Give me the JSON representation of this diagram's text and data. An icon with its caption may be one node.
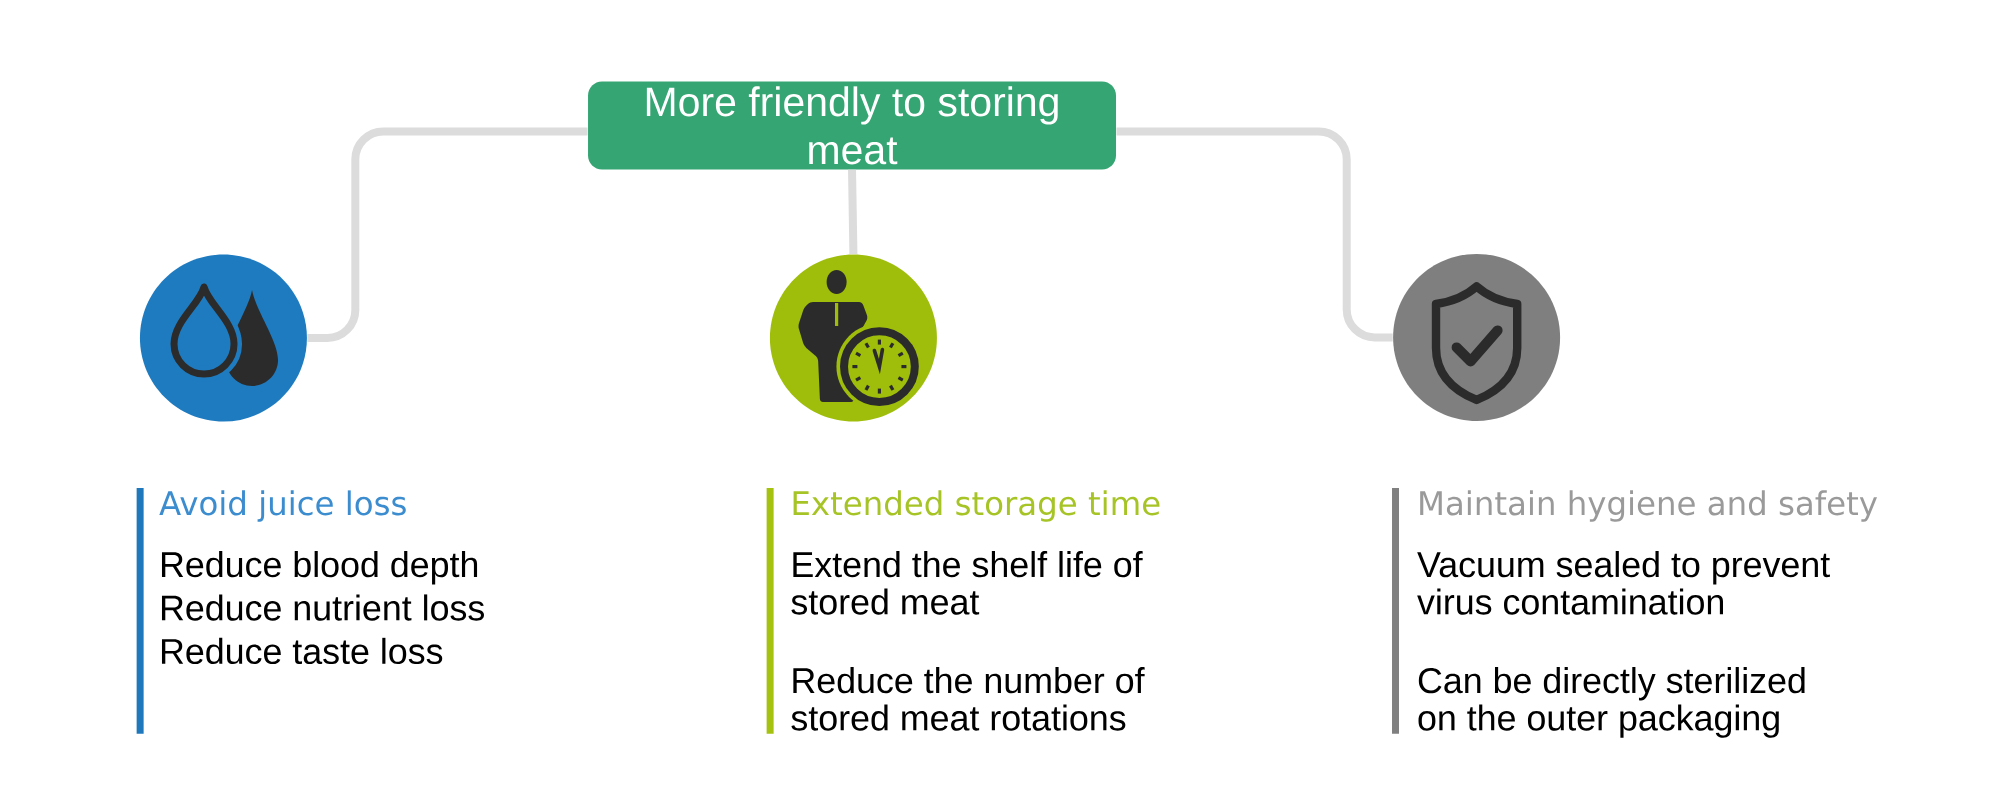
{
  "diagram": {
    "nodes": [
      {
        "text": [
          "More friendly to storing meat"
        ]
      },
      {
        "text": [],
        "shape": "circle"
      },
      {
        "text": [],
        "shape": "circle"
      },
      {
        "text": [],
        "shape": "circle"
      },
      {
        "text": [
          "Avoid juice loss",
          "Reduce blood depth",
          "Reduce nutrient loss",
          "Reduce taste loss"
        ]
      },
      {
        "text": [
          "Extended storage time",
          "Extend the shelf life of stored meat",
          "Reduce the number of stored meat rotations"
        ]
      },
      {
        "text": [
          "Maintain hygiene and safety",
          "Vacuum sealed to prevent virus contamination",
          "Can be directly sterilized on the outer packaging"
        ]
      }
    ],
    "edges": [
      {
        "from": 0,
        "to": 1,
        "arrow": "none"
      },
      {
        "from": 0,
        "to": 2,
        "arrow": "none"
      },
      {
        "from": 0,
        "to": 3,
        "arrow": "none"
      }
    ]
  }
}
